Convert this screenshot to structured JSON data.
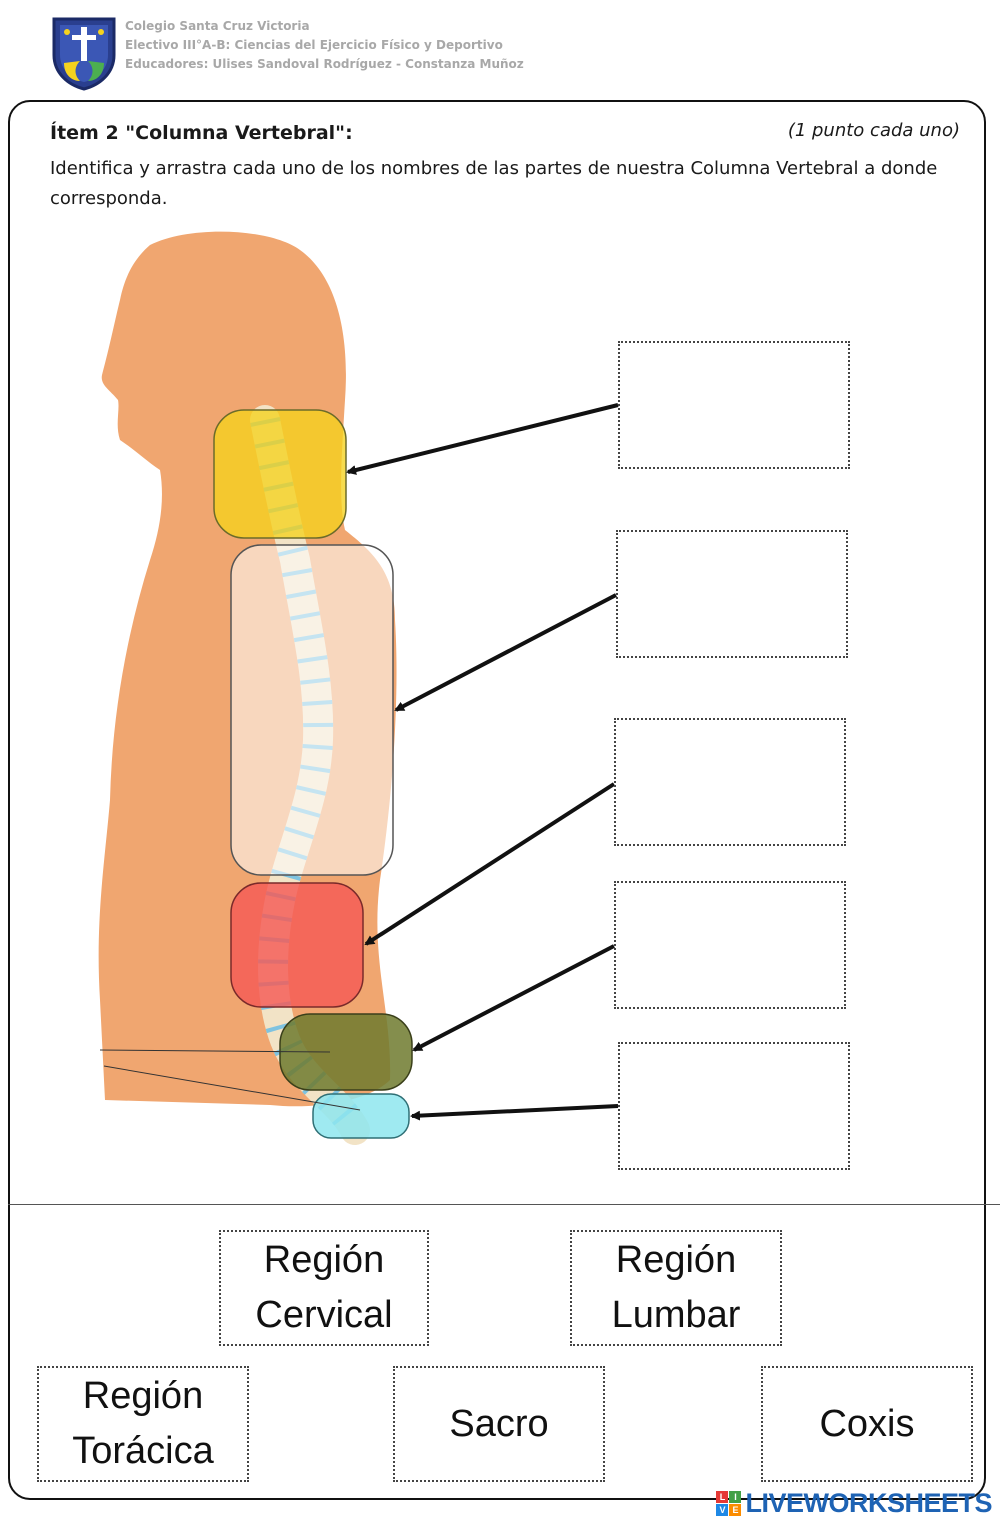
{
  "header": {
    "school_line1": "Colegio Santa Cruz Victoria",
    "school_line2": "Electivo III°A-B: Ciencias del Ejercicio Físico y Deportivo",
    "school_line3": "Educadores: Ulises Sandoval Rodríguez - Constanza Muñoz"
  },
  "item": {
    "title": "Ítem 2 \"Columna Vertebral\":",
    "points": "(1 punto cada uno)",
    "instructions": "Identifica y arrastra cada uno de los nombres de las partes de nuestra Columna Vertebral a donde corresponda."
  },
  "drop_targets": [
    "",
    "",
    "",
    "",
    ""
  ],
  "draggables": {
    "cervical": [
      "Región",
      "Cervical"
    ],
    "lumbar": [
      "Región",
      "Lumbar"
    ],
    "toracica": [
      "Región",
      "Torácica"
    ],
    "sacro": "Sacro",
    "coxis": "Coxis"
  },
  "colors": {
    "cervical": "#f5d21e",
    "toracica": "#ffffff",
    "lumbar": "#f45a55",
    "sacro": "#6f7a2e",
    "coxis": "#8ee6ef",
    "skin": "#f0a670",
    "brand": "#1e63b4"
  },
  "footer": {
    "brand_tiles": [
      "L",
      "I",
      "V",
      "E"
    ],
    "brand_text": "LIVEWORKSHEETS"
  }
}
